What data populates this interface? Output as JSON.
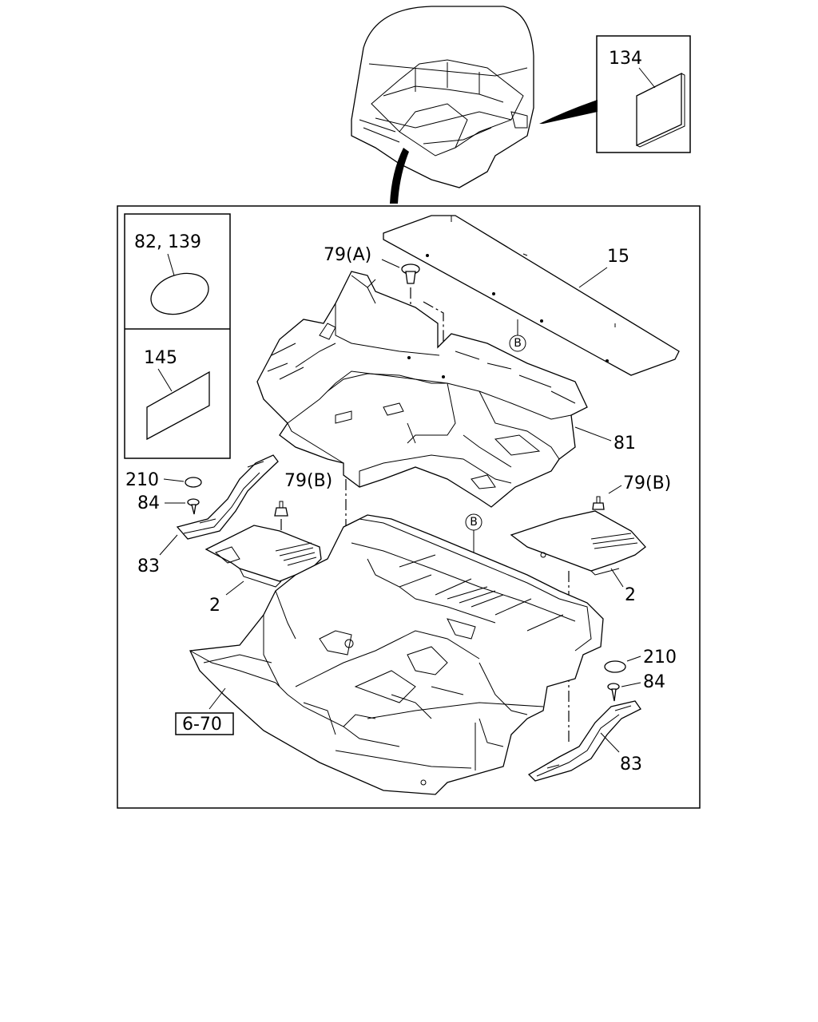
{
  "labels": {
    "part_134": "134",
    "part_15": "15",
    "part_79A": "79(A)",
    "part_82_139": "82, 139",
    "part_145": "145",
    "part_81": "81",
    "part_210_left": "210",
    "part_84_left": "84",
    "part_83_left": "83",
    "part_79B_left": "79(B)",
    "part_2_left": "2",
    "part_79B_right": "79(B)",
    "part_2_right": "2",
    "part_210_right": "210",
    "part_84_right": "84",
    "part_83_right": "83",
    "ref_6_70": "6-70",
    "marker_b_top": "B",
    "marker_b_mid": "B"
  }
}
